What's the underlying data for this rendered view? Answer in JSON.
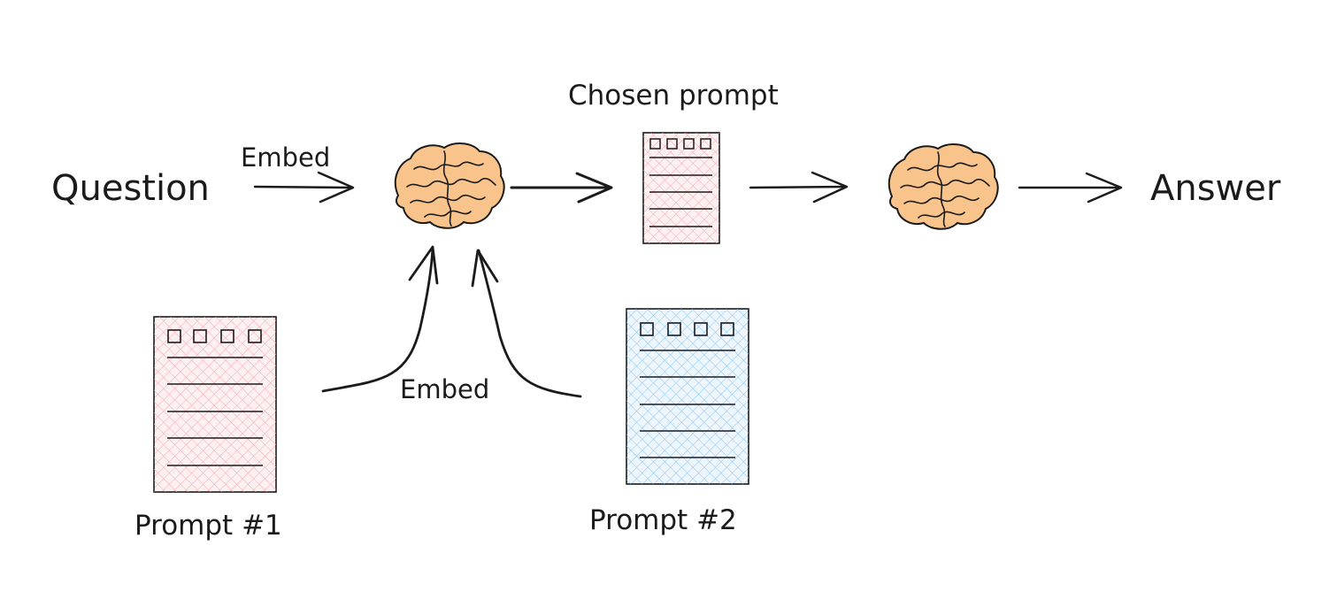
{
  "labels": {
    "question": "Question",
    "embed_top": "Embed",
    "chosen_prompt": "Chosen prompt",
    "answer": "Answer",
    "embed_bottom": "Embed",
    "prompt1": "Prompt #1",
    "prompt2": "Prompt #2"
  },
  "colors": {
    "brain_fill": "#f8c48c",
    "pink_doc": "#f7c3c8",
    "blue_doc": "#a9d4f5",
    "ink": "#1b1b1b"
  },
  "icons": {
    "brain_1": "brain-icon",
    "brain_2": "brain-icon",
    "document": "document-icon"
  }
}
